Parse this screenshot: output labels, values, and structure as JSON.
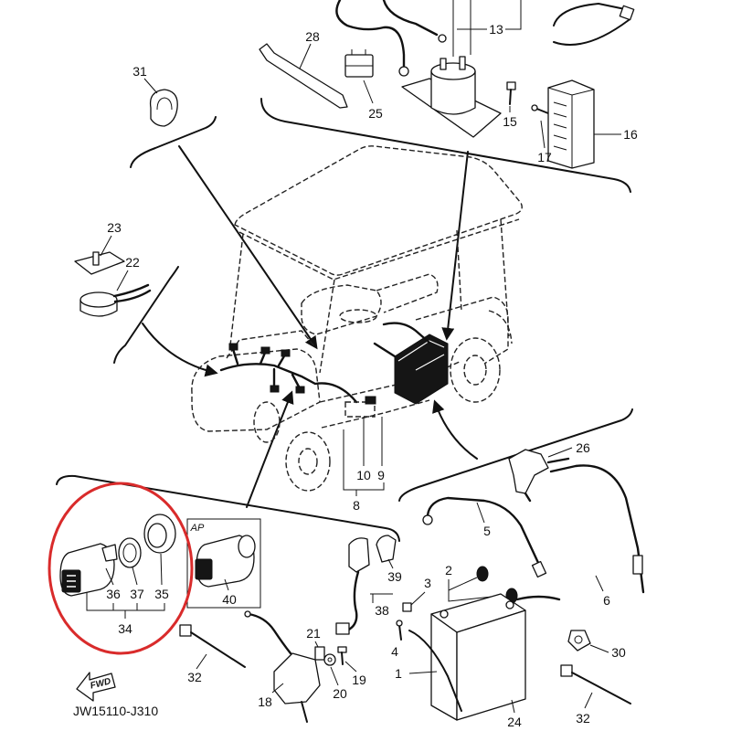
{
  "diagram_code": "JW15110-J310",
  "fwd_label": "FWD",
  "ap_label": "AP",
  "callouts": {
    "n1": "1",
    "n2": "2",
    "n3": "3",
    "n4": "4",
    "n5": "5",
    "n6": "6",
    "n8": "8",
    "n9": "9",
    "n10": "10",
    "n13": "13",
    "n15": "15",
    "n16": "16",
    "n17": "17",
    "n18": "18",
    "n19": "19",
    "n20": "20",
    "n21": "21",
    "n22": "22",
    "n23": "23",
    "n24": "24",
    "n25": "25",
    "n26": "26",
    "n28": "28",
    "n30": "30",
    "n31": "31",
    "n32_left": "32",
    "n32_right": "32",
    "n34": "34",
    "n35": "35",
    "n36": "36",
    "n37": "37",
    "n38": "38",
    "n39": "39",
    "n40": "40"
  },
  "colors": {
    "line": "#111111",
    "highlight_circle": "#d92b2b",
    "background": "#ffffff"
  }
}
